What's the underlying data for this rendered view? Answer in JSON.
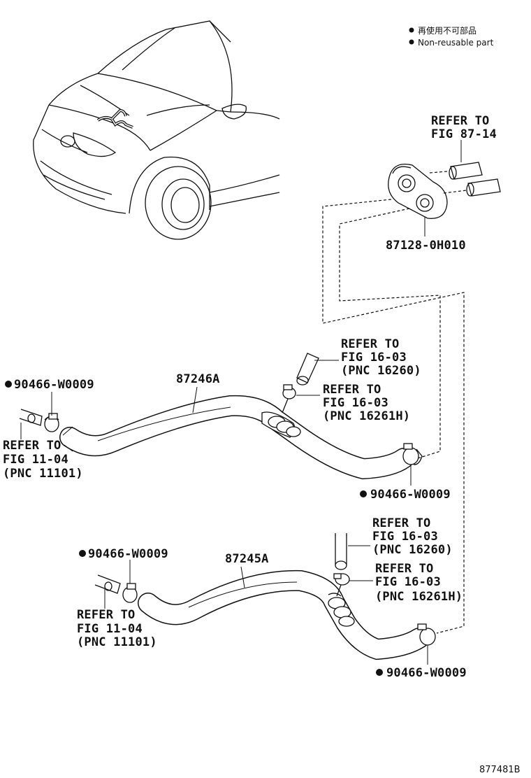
{
  "legend": {
    "line1": "再使用不可部品",
    "line2": "Non-reusable part"
  },
  "labels": {
    "refer_87_14_a": "REFER TO",
    "refer_87_14_b": "FIG 87-14",
    "part_87128": "87128-0H010",
    "hose_87246A": "87246A",
    "hose_87245A": "87245A",
    "clamp": "90466-W0009",
    "refer_to": "REFER TO",
    "fig_16_03": "FIG 16-03",
    "pnc_16260": "(PNC 16260)",
    "pnc_16261H": "(PNC 16261H)",
    "fig_11_04": "FIG 11-04",
    "pnc_11101": "(PNC 11101)"
  },
  "footer": {
    "illustration_id": "877481B"
  }
}
